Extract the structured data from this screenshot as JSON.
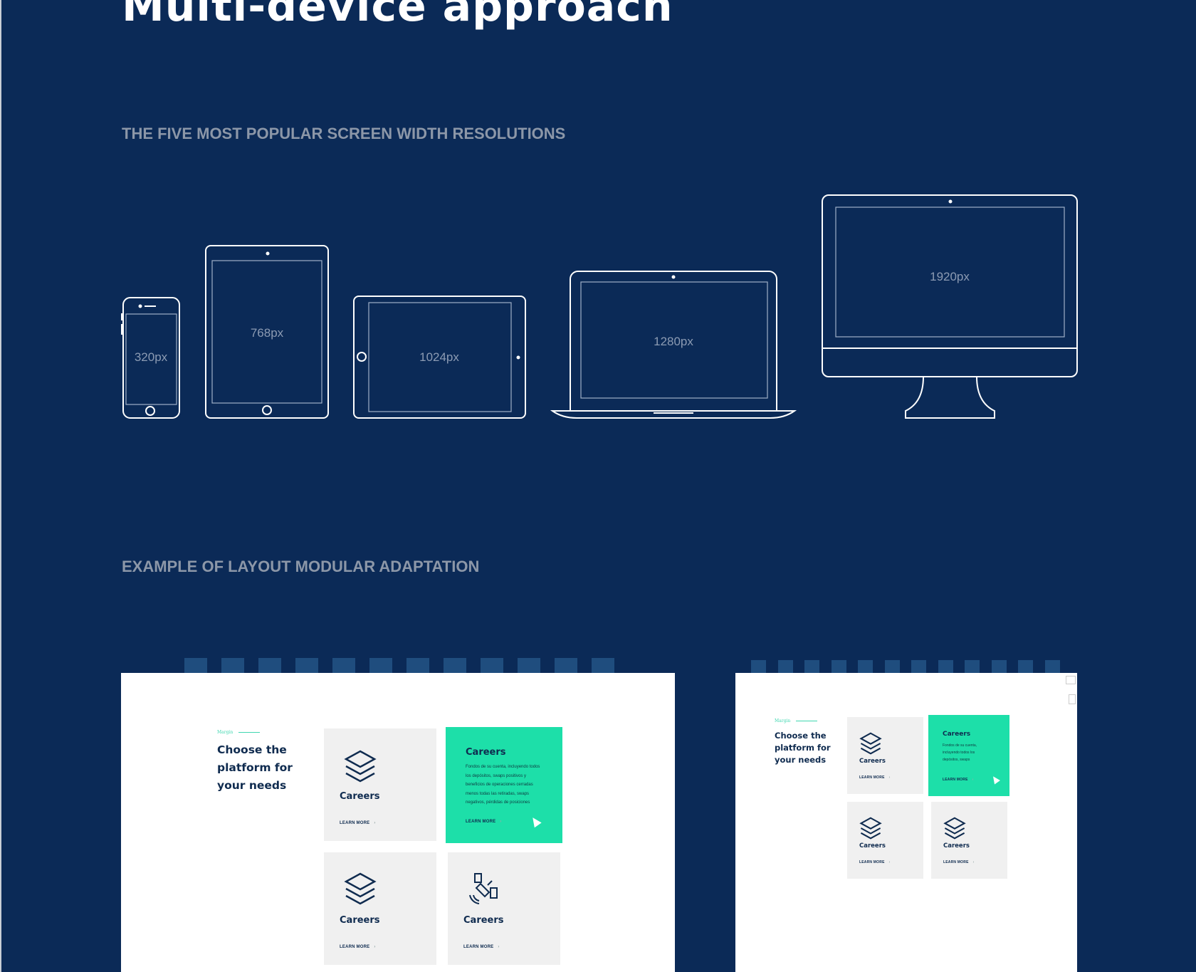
{
  "title": "Multi-device approach",
  "section1": "THE FIVE MOST POPULAR SCREEN WIDTH RESOLUTIONS",
  "devices": [
    {
      "name": "phone",
      "label": "320px"
    },
    {
      "name": "tablet-portrait",
      "label": "768px"
    },
    {
      "name": "tablet-landscape",
      "label": "1024px"
    },
    {
      "name": "laptop",
      "label": "1280px"
    },
    {
      "name": "desktop",
      "label": "1920px"
    }
  ],
  "section2": "EXAMPLE OF LAYOUT MODULAR ADAPTATION",
  "layout": {
    "margin_label": "Margin",
    "heading": [
      "Choose the",
      "platform for",
      "your needs"
    ],
    "card_title": "Careers",
    "learn_more": "LEARN MORE",
    "chevron": "›",
    "desc_wide": [
      "Fondos de su cuenta, incluyendo todos",
      "los depósitos, swaps positivos y",
      "beneficios de operaciones cerradas",
      "menos todas las retiradas, swaps",
      "negativos, pérdidas de posiciones"
    ],
    "desc_narrow": [
      "Fondos de su cuenta,",
      "incluyendo todos los",
      "depósitos, swaps"
    ]
  },
  "colors": {
    "background": "#0b2a57",
    "accent": "#1ddfa9",
    "text": "#0f2b4f"
  }
}
